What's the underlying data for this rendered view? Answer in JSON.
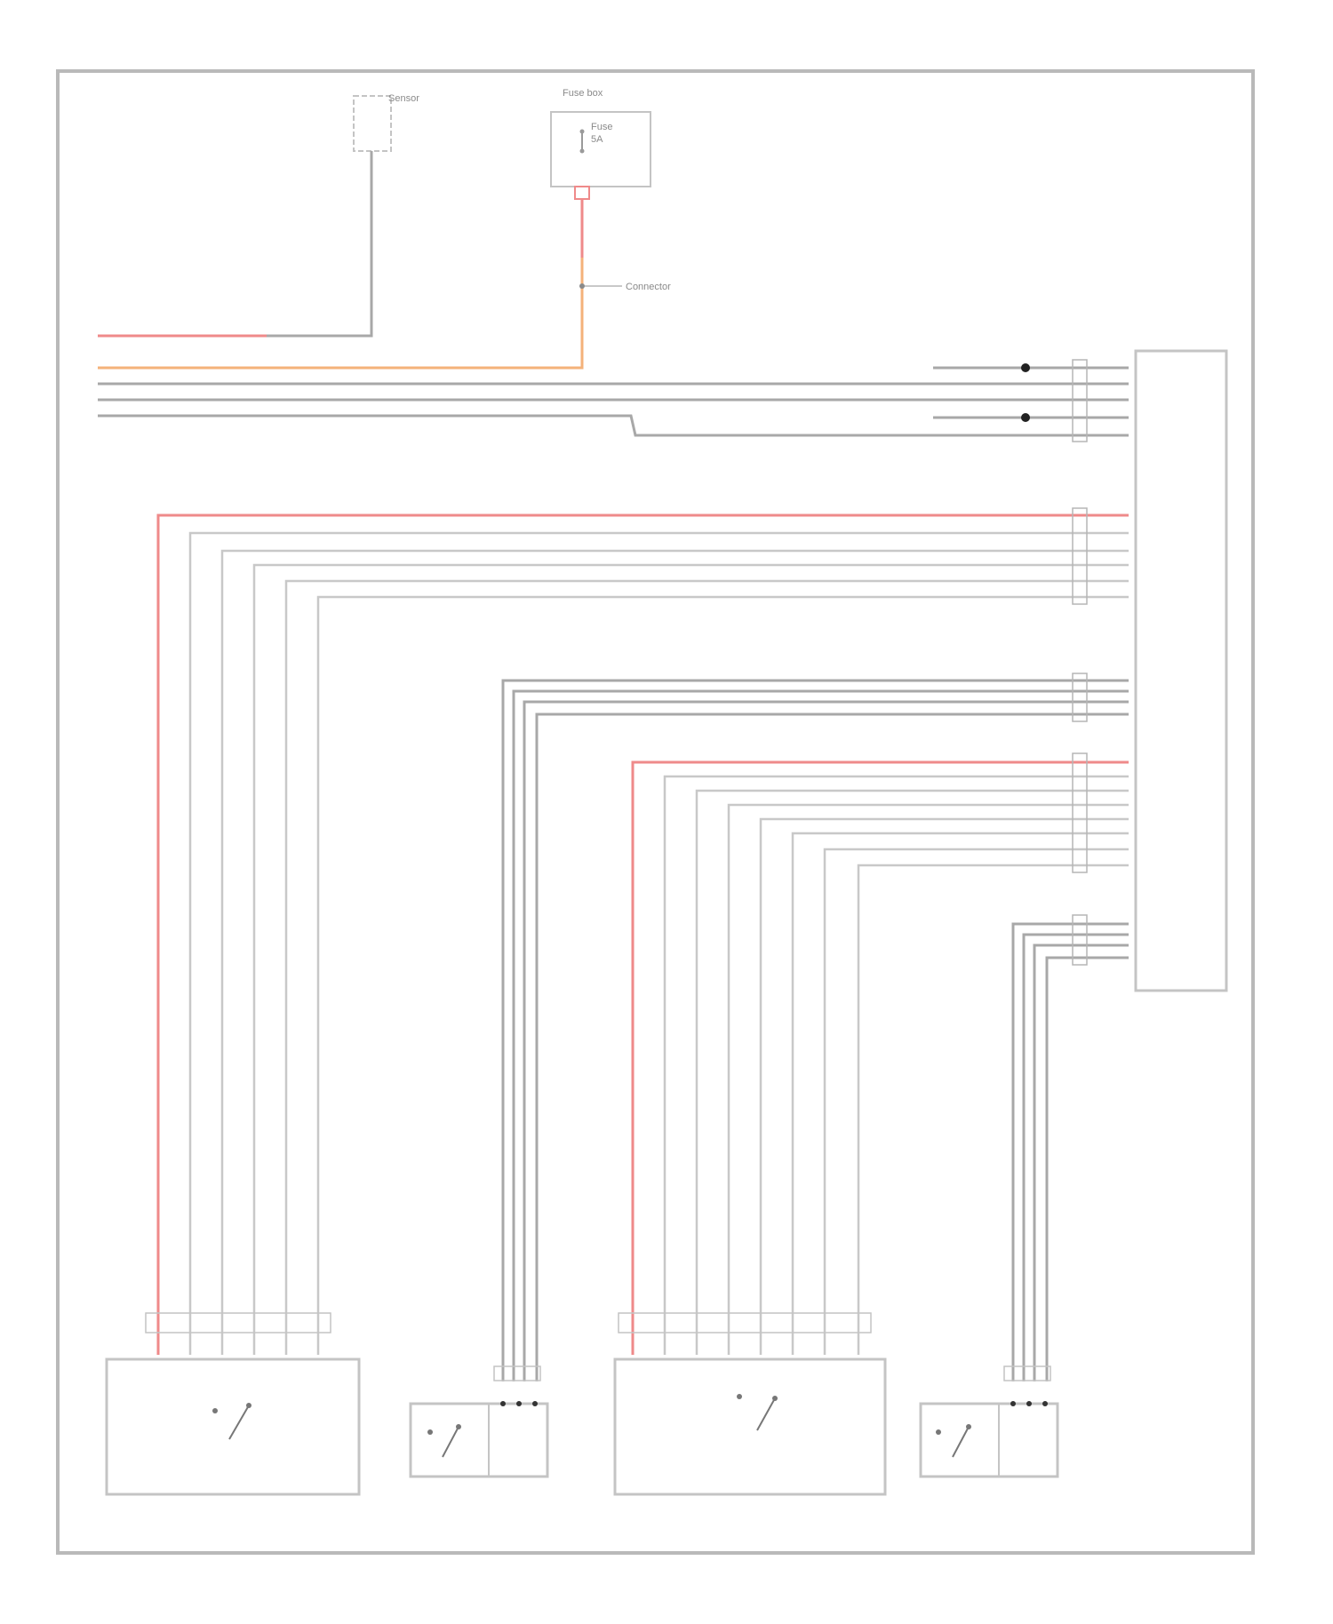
{
  "colors": {
    "frame": "#b9b9b9",
    "wire_gray": "#a8a8a8",
    "wire_light": "#c8c8c8",
    "wire_red": "#ef8a8a",
    "wire_orange": "#f4b27a",
    "component": "#bdbdbd",
    "text": "#8a8a8a"
  },
  "labels": {
    "top_sensor": "Sensor",
    "top_sensor_line2": "",
    "fuse_box": "Fuse box",
    "fuse_box_line2": "",
    "fuse_label": "Fuse",
    "fuse_amp": "5A",
    "fuse_block_side": "",
    "fuse_block_side2": "",
    "splice": "Connector",
    "splice_line2": "",
    "bus_row1_ref": "",
    "bus_row2_ref": "",
    "module_name": "",
    "module_name_line2": "",
    "footer_ref": ""
  },
  "left_feed_codes": [
    "",
    "",
    "",
    "",
    ""
  ],
  "bottom_components": [
    {
      "name": "",
      "pins": [
        "",
        "",
        "",
        "",
        "",
        ""
      ]
    },
    {
      "name": "",
      "name_line2": "",
      "pins": [
        "",
        "",
        ""
      ]
    },
    {
      "name": "",
      "pins": [
        "",
        "",
        "",
        "",
        "",
        "",
        "",
        ""
      ]
    },
    {
      "name": "",
      "name_line2": "",
      "pins": [
        "",
        "",
        ""
      ]
    }
  ]
}
